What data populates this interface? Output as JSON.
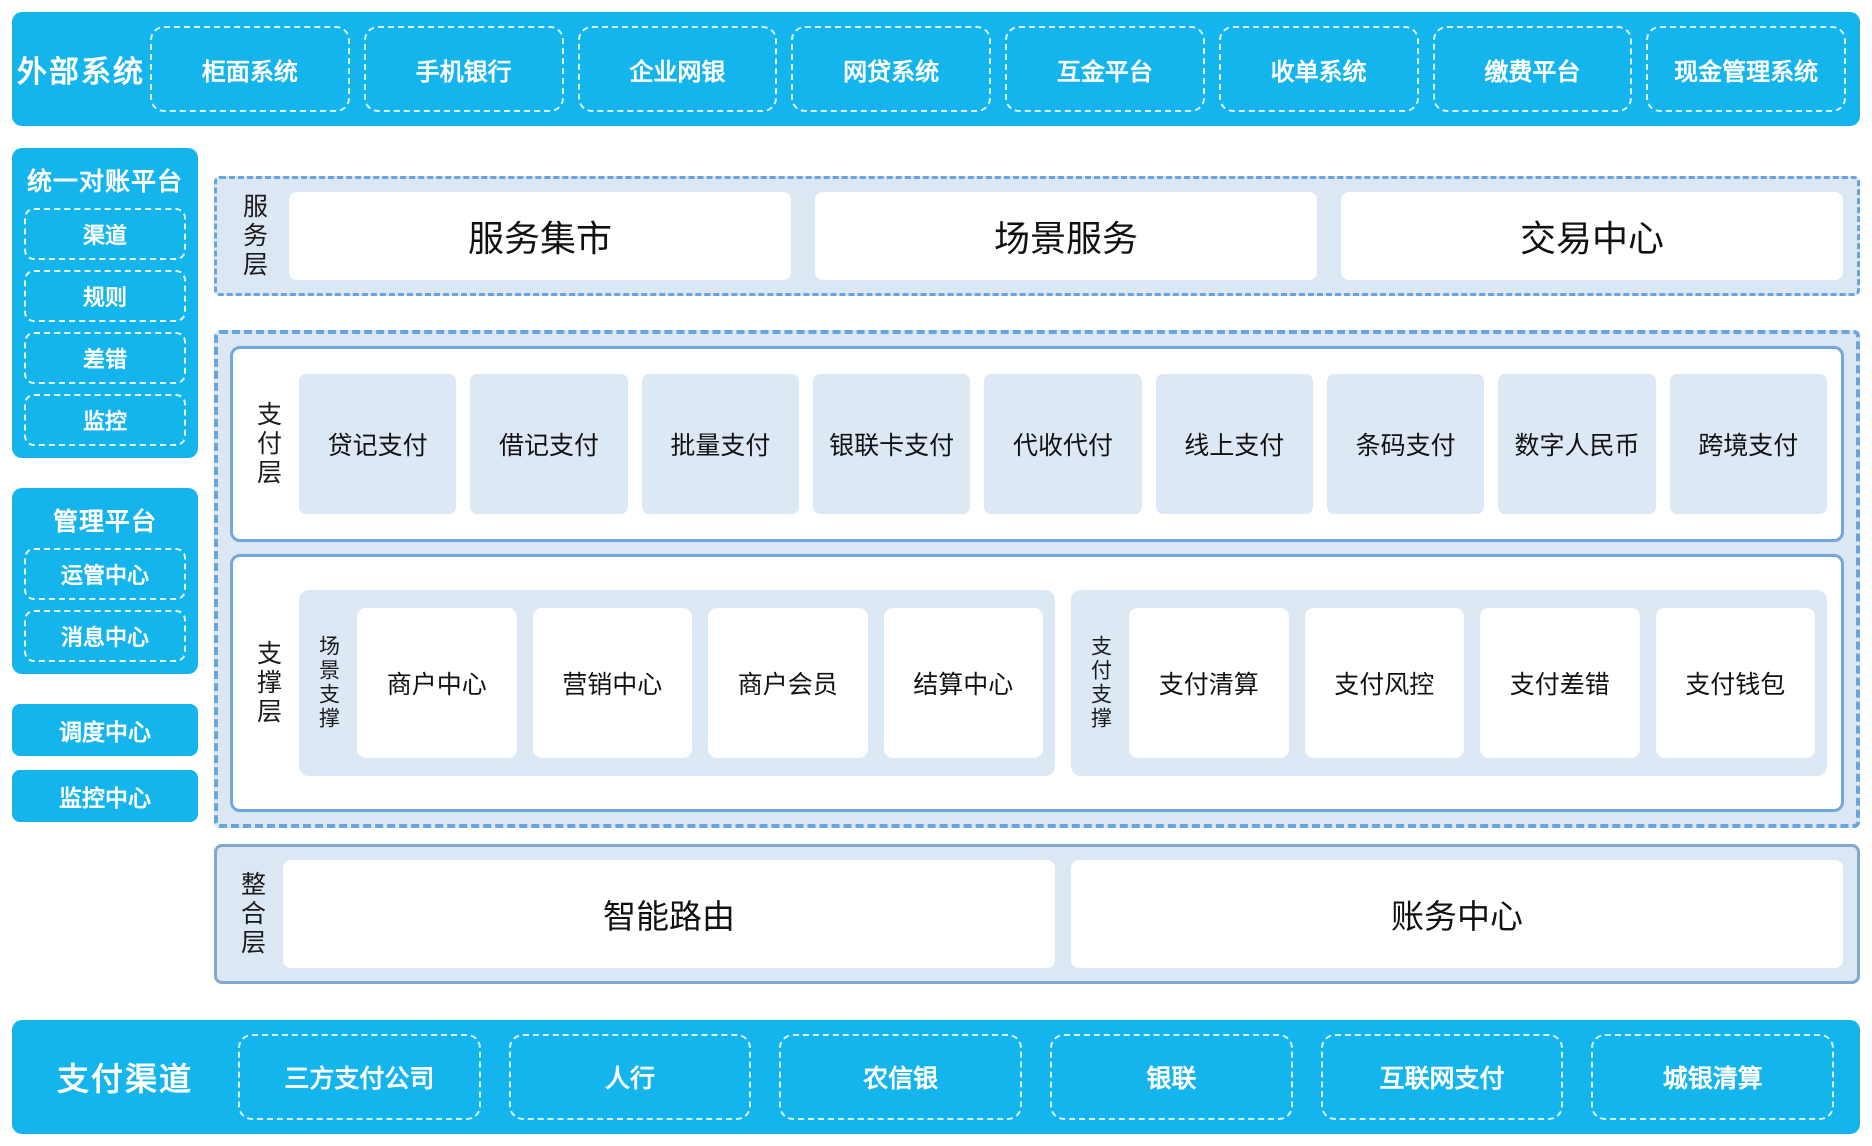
{
  "colors": {
    "brand_blue": "#14B4EC",
    "panel_blue_bg": "#DCE7F4",
    "panel_border": "#6AA4DC",
    "card_blue": "#DDE8F5",
    "card_white": "#FFFFFF",
    "text_dark": "#111111",
    "text_white": "#FFFFFF"
  },
  "external_systems": {
    "title": "外部系统",
    "items": [
      "柜面系统",
      "手机银行",
      "企业网银",
      "网贷系统",
      "互金平台",
      "收单系统",
      "缴费平台",
      "现金管理系统"
    ]
  },
  "sidebar": {
    "reconciliation": {
      "title": "统一对账平台",
      "items": [
        "渠道",
        "规则",
        "差错",
        "监控"
      ]
    },
    "management": {
      "title": "管理平台",
      "items": [
        "运管中心",
        "消息中心"
      ]
    },
    "standalone": [
      "调度中心",
      "监控中心"
    ]
  },
  "service_layer": {
    "label": "服务层",
    "cards": [
      "服务集市",
      "场景服务",
      "交易中心"
    ]
  },
  "payment_layer": {
    "label": "支付层",
    "cards": [
      "贷记支付",
      "借记支付",
      "批量支付",
      "银联卡支付",
      "代收代付",
      "线上支付",
      "条码支付",
      "数字人民币",
      "跨境支付"
    ]
  },
  "support_layer": {
    "label": "支撑层",
    "groups": [
      {
        "label": "场景支撑",
        "cards": [
          "商户中心",
          "营销中心",
          "商户会员",
          "结算中心"
        ]
      },
      {
        "label": "支付支撑",
        "cards": [
          "支付清算",
          "支付风控",
          "支付差错",
          "支付钱包"
        ]
      }
    ]
  },
  "integration_layer": {
    "label": "整合层",
    "cards": [
      "智能路由",
      "账务中心"
    ]
  },
  "payment_channels": {
    "title": "支付渠道",
    "items": [
      "三方支付公司",
      "人行",
      "农信银",
      "银联",
      "互联网支付",
      "城银清算"
    ]
  }
}
